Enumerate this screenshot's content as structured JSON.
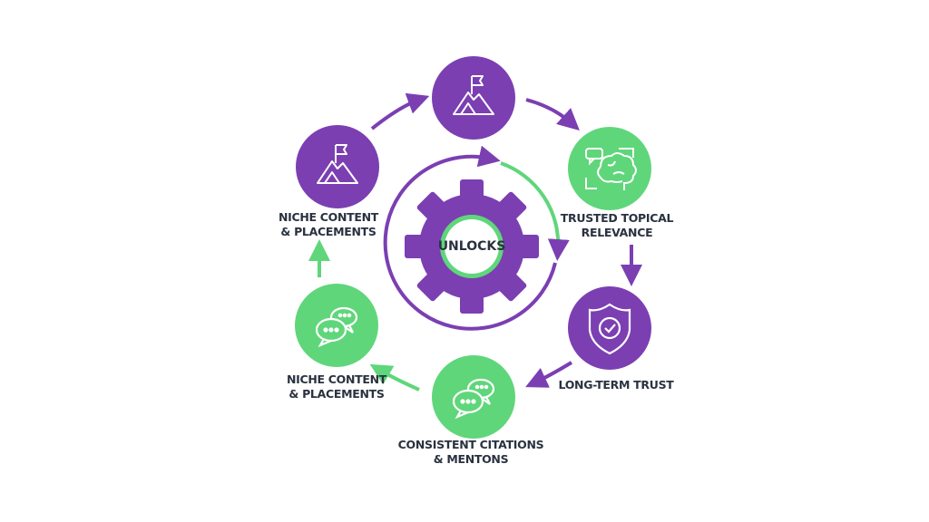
{
  "colors": {
    "purple": "#7b3fb2",
    "green": "#5fd67a",
    "text": "#2a3240"
  },
  "center": {
    "label": "UNLOCKS",
    "icon": "gear-icon"
  },
  "nodes": [
    {
      "id": "top",
      "icon": "mountain-flag-icon",
      "color": "purple",
      "label": []
    },
    {
      "id": "top-left",
      "icon": "mountain-flag-icon",
      "color": "purple",
      "label": [
        "NICHE CONTENT",
        "& PLACEMENTS"
      ]
    },
    {
      "id": "top-right",
      "icon": "brain-chat-icon",
      "color": "green",
      "label": [
        "TRUSTED TOPICAL",
        "RELEVANCE"
      ]
    },
    {
      "id": "right",
      "icon": "shield-check-icon",
      "color": "purple",
      "label": [
        "LONG-TERM TRUST"
      ]
    },
    {
      "id": "bottom",
      "icon": "chat-bubbles-icon",
      "color": "green",
      "label": [
        "CONSISTENT CITATIONS",
        "& MENTONS"
      ]
    },
    {
      "id": "left",
      "icon": "chat-bubbles-icon",
      "color": "green",
      "label": [
        "NICHE CONTENT",
        "& PLACEMENTS"
      ]
    }
  ]
}
